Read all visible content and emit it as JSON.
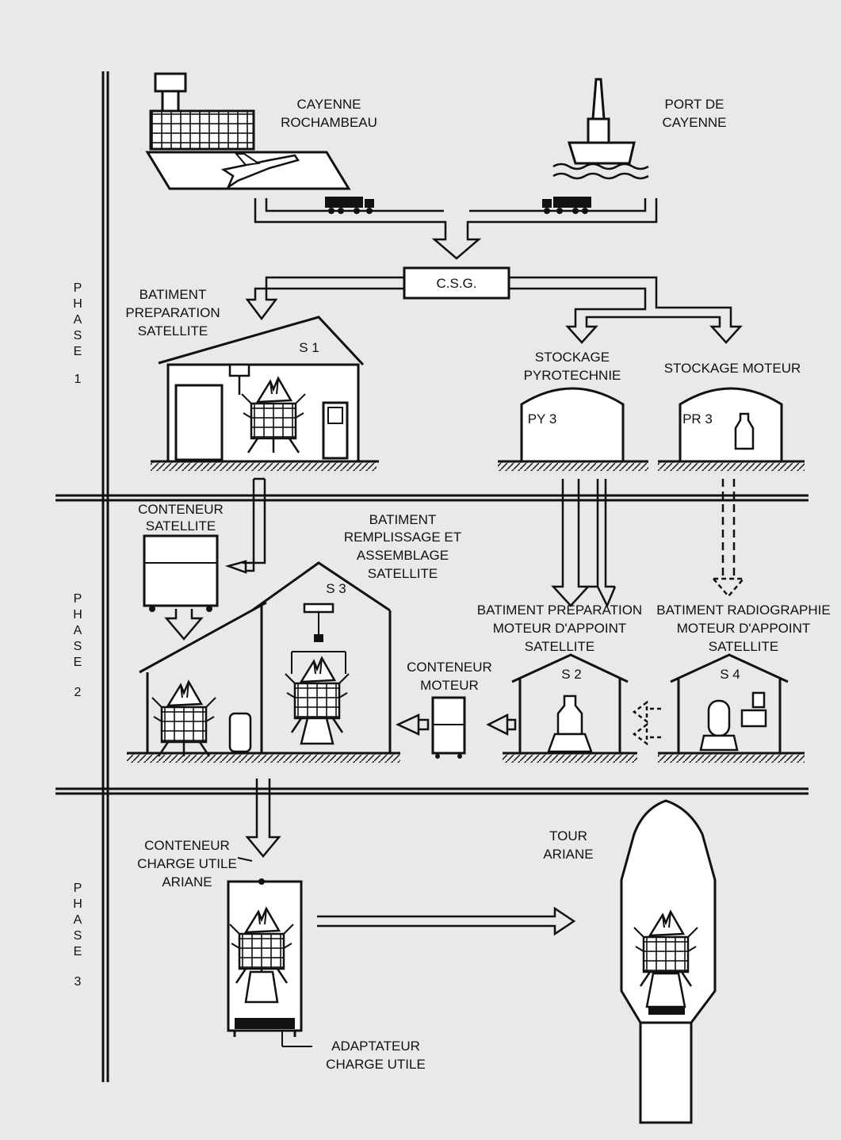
{
  "phases": [
    {
      "letters": [
        "P",
        "H",
        "A",
        "S",
        "E",
        "1"
      ]
    },
    {
      "letters": [
        "P",
        "H",
        "A",
        "S",
        "E",
        "2"
      ]
    },
    {
      "letters": [
        "P",
        "H",
        "A",
        "S",
        "E",
        "3"
      ]
    }
  ],
  "labels": {
    "cayenne": [
      "CAYENNE",
      "ROCHAMBEAU"
    ],
    "port": [
      "PORT DE",
      "CAYENNE"
    ],
    "csg": "C.S.G.",
    "bat_prep_sat": [
      "BATIMENT",
      "PREPARATION",
      "SATELLITE"
    ],
    "s1": "S 1",
    "stockage_pyro": [
      "STOCKAGE",
      "PYROTECHNIE"
    ],
    "stockage_moteur": "STOCKAGE MOTEUR",
    "py3": "PY 3",
    "pr3": "PR 3",
    "conteneur_sat": [
      "CONTENEUR",
      "SATELLITE"
    ],
    "bat_rempl": [
      "BATIMENT",
      "REMPLISSAGE ET",
      "ASSEMBLAGE",
      "SATELLITE"
    ],
    "s3": "S 3",
    "bat_prep_moteur": [
      "BATIMENT PREPARATION",
      "MOTEUR D'APPOINT",
      "SATELLITE"
    ],
    "bat_radio": [
      "BATIMENT RADIOGRAPHIE",
      "MOTEUR D'APPOINT",
      "SATELLITE"
    ],
    "s2": "S 2",
    "s4": "S 4",
    "conteneur_moteur": [
      "CONTENEUR",
      "MOTEUR"
    ],
    "conteneur_charge": [
      "CONTENEUR",
      "CHARGE UTILE",
      "ARIANE"
    ],
    "tour_ariane": [
      "TOUR",
      "ARIANE"
    ],
    "adaptateur": [
      "ADAPTATEUR",
      "CHARGE UTILE"
    ]
  }
}
